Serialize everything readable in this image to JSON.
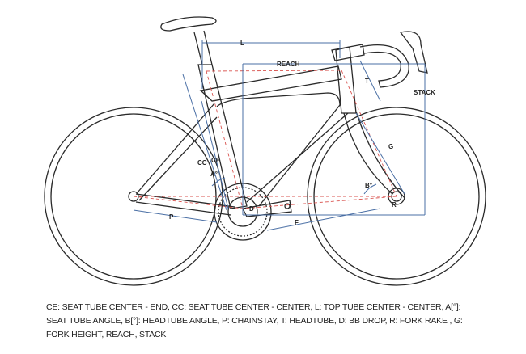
{
  "labels": {
    "L": "L",
    "reach": "REACH",
    "T": "T",
    "stack": "STACK",
    "G": "G",
    "CC": "CC",
    "CE": "CE",
    "A": "A°",
    "B": "B°",
    "R": "R",
    "D": "D",
    "P": "P",
    "F": "F"
  },
  "caption": "CE: SEAT TUBE CENTER - END, CC: SEAT TUBE CENTER - CENTER, L: TOP TUBE CENTER - CENTER, A[°]: SEAT TUBE ANGLE, B[°]: HEADTUBE ANGLE, P: CHAINSTAY, T: HEADTUBE, D: BB DROP, R: FORK RAKE , G: FORK HEIGHT, REACH, STACK",
  "colors": {
    "dimension": "#4a6fa5",
    "centerline": "#d9534f",
    "frame": "#2a2a2a"
  }
}
